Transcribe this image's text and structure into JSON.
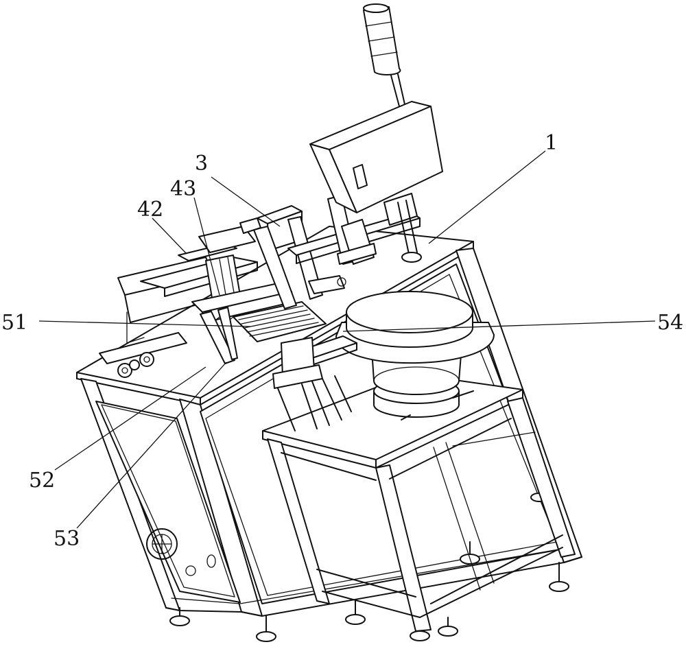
{
  "labels": {
    "l1": "1",
    "l3": "3",
    "l42": "42",
    "l43": "43",
    "l51": "51",
    "l52": "52",
    "l53": "53",
    "l54": "54"
  },
  "colors": {
    "line": "#111111",
    "background": "#ffffff"
  }
}
